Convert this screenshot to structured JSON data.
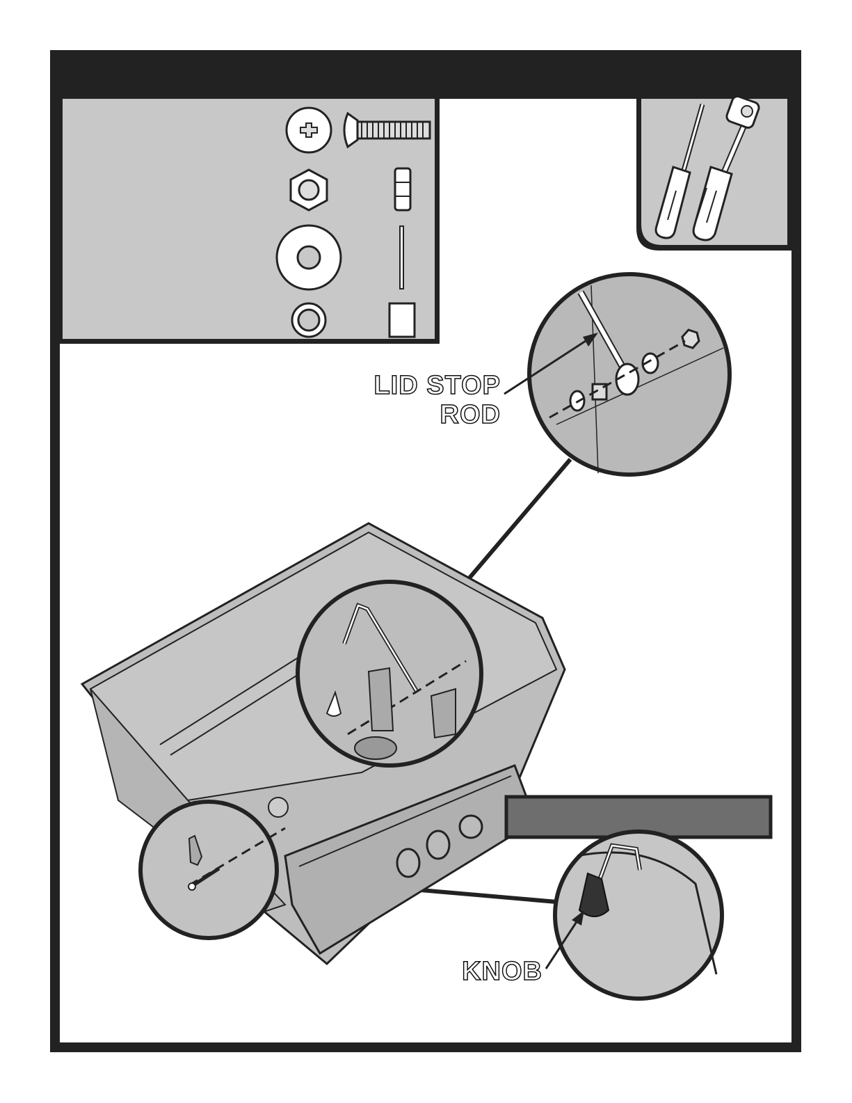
{
  "callouts": {
    "lid_stop_rod_line1": "LID STOP",
    "lid_stop_rod_line2": "ROD",
    "knob": "KNOB"
  },
  "colors": {
    "frame": "#222222",
    "panel_gray": "#c8c8c8",
    "grill_gray": "#bdbdbd",
    "detail_gray": "#b9b9b9",
    "banner_gray": "#6e6e6e"
  },
  "icons": {
    "tools": [
      "screwdriver-icon",
      "socket-wrench-icon"
    ],
    "hardware": [
      "phillips-screw-icon",
      "hex-nut-icon",
      "flat-washer-icon",
      "small-washer-icon",
      "spacer-icon"
    ]
  }
}
